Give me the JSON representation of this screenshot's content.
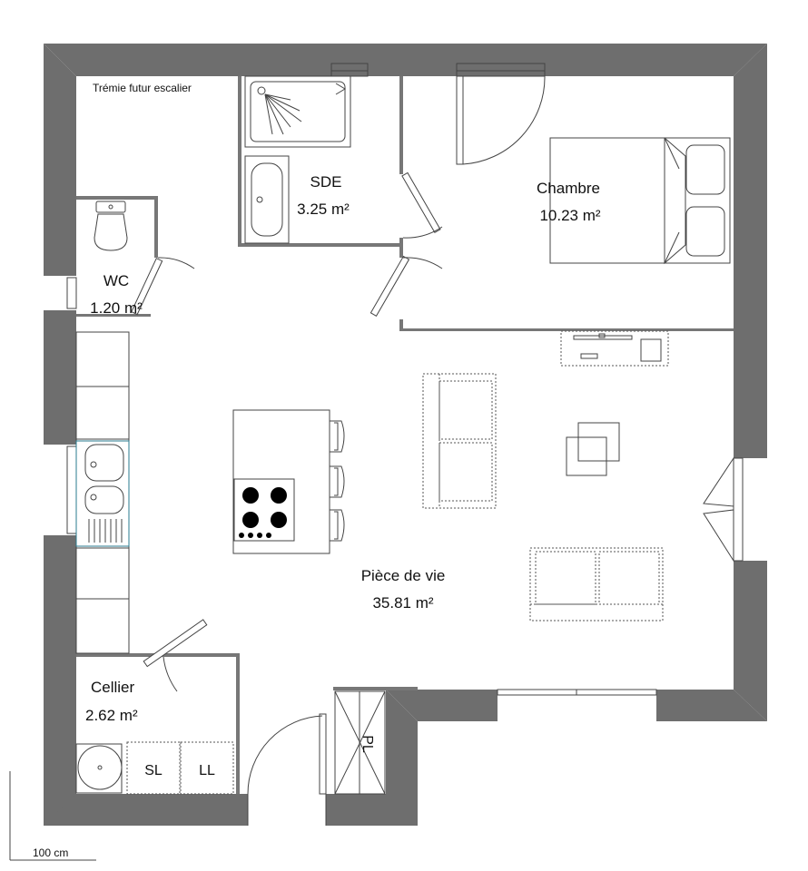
{
  "rooms": {
    "sde": {
      "name": "SDE",
      "area": "3.25 m²"
    },
    "chambre": {
      "name": "Chambre",
      "area": "10.23 m²"
    },
    "wc": {
      "name": "WC",
      "area": "1.20 m²"
    },
    "piece_de_vie": {
      "name": "Pièce de vie",
      "area": "35.81 m²"
    },
    "cellier": {
      "name": "Cellier",
      "area": "2.62 m²"
    }
  },
  "annotations": {
    "stair_note": "Trémie futur escalier",
    "placard": "PL",
    "washing_machine": "LL",
    "dryer": "SL"
  },
  "scale": {
    "label": "100 cm"
  },
  "colors": {
    "wall": "#6e6e6e",
    "line": "#444444",
    "background": "#ffffff"
  }
}
